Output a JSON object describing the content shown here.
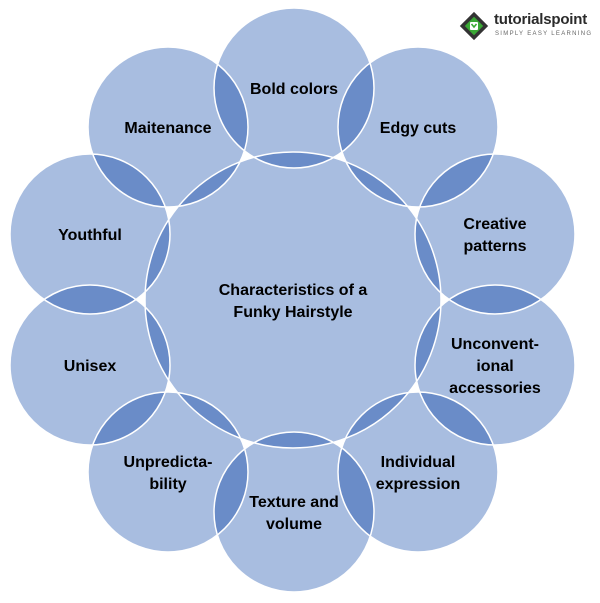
{
  "logo": {
    "name": "tutorialspoint",
    "tagline": "SIMPLY EASY LEARNING"
  },
  "diagram": {
    "center": {
      "line1": "Characteristics of a",
      "line2": "Funky Hairstyle"
    },
    "petals": [
      {
        "id": "bold-colors",
        "lines": [
          "Bold colors"
        ]
      },
      {
        "id": "edgy-cuts",
        "lines": [
          "Edgy cuts"
        ]
      },
      {
        "id": "creative-patterns",
        "lines": [
          "Creative",
          "patterns"
        ]
      },
      {
        "id": "unconventional-accessories",
        "lines": [
          "Unconvent-",
          "ional",
          "accessories"
        ]
      },
      {
        "id": "individual-expression",
        "lines": [
          "Individual",
          "expression"
        ]
      },
      {
        "id": "texture-and-volume",
        "lines": [
          "Texture and",
          "volume"
        ]
      },
      {
        "id": "unpredictability",
        "lines": [
          "Unpredicta-",
          "bility"
        ]
      },
      {
        "id": "unisex",
        "lines": [
          "Unisex"
        ]
      },
      {
        "id": "youthful",
        "lines": [
          "Youthful"
        ]
      },
      {
        "id": "maitenance",
        "lines": [
          "Maitenance"
        ]
      }
    ]
  },
  "colors": {
    "circle_fill": "#a8bde0",
    "overlap_fill": "#6a8cc8",
    "outline": "#ffffff",
    "text": "#000000",
    "logo_green": "#3aa935",
    "logo_dark": "#333333"
  }
}
